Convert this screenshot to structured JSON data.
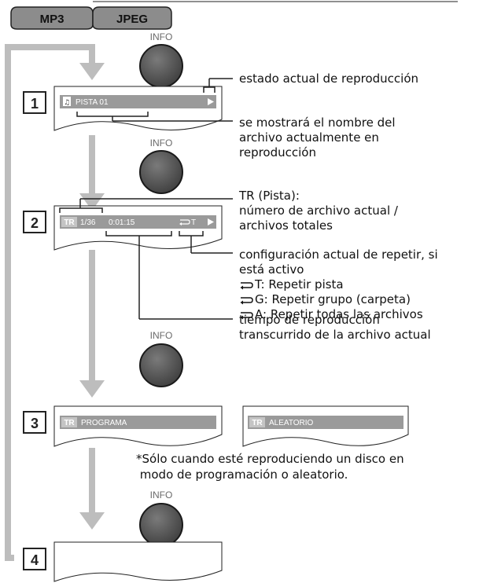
{
  "tabs": [
    "MP3",
    "JPEG"
  ],
  "info_label": "INFO",
  "steps": [
    "1",
    "2",
    "3",
    "4"
  ],
  "screen1": {
    "icon": "folder-music-icon",
    "track": "PISTA 01",
    "status_icon": "play-icon"
  },
  "screen2": {
    "tr": "TR",
    "track_count": "1/36",
    "time": "0:01:15",
    "repeat_icon": "repeat-icon",
    "repeat_mode": "T",
    "status_icon": "play-icon"
  },
  "screen3": {
    "tr_prog": "TR",
    "programa": "PROGRAMA",
    "tr_rand": "TR",
    "aleatorio": "ALEATORIO"
  },
  "callouts": {
    "status": "estado actual de reproducción",
    "filename": [
      "se mostrará el nombre del",
      "archivo actualmente en",
      "reproducción"
    ],
    "tr": [
      "TR (Pista):",
      "número de archivo actual /",
      "archivos totales"
    ],
    "repeat": [
      "configuración actual de repetir, si",
      "está activo"
    ],
    "repeat_modes": [
      {
        "icon": "repeat-icon",
        "text": "T:  Repetir pista"
      },
      {
        "icon": "repeat-icon",
        "text": "G:  Repetir grupo (carpeta)"
      },
      {
        "icon": "repeat-icon",
        "text": "A:  Repetir todas las archivos"
      }
    ],
    "time": [
      "tiempo de reproducción",
      "transcurrido de la archivo actual"
    ]
  },
  "note": [
    "*Sólo cuando esté reproduciendo un disco en",
    " modo de programación o aleatorio."
  ]
}
